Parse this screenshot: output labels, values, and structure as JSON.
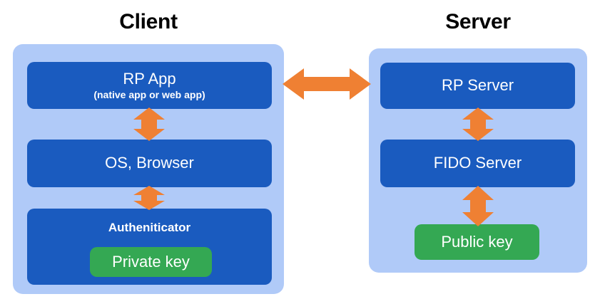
{
  "diagram": {
    "title_client": "Client",
    "title_server": "Server",
    "colors": {
      "panel_blue": "#b0caf8",
      "box_blue": "#1a5bbf",
      "key_green": "#34a853",
      "arrow_orange": "#ef8033",
      "text_white": "#ffffff",
      "title_black": "#000000",
      "background": "#ffffff"
    },
    "client": {
      "boxes": [
        {
          "title": "RP App",
          "subtitle": "(native app or web app)"
        },
        {
          "title": "OS, Browser",
          "subtitle": ""
        },
        {
          "title": "Autheniticator",
          "subtitle": ""
        }
      ],
      "key_chip": "Private key"
    },
    "server": {
      "boxes": [
        {
          "title": "RP Server",
          "subtitle": ""
        },
        {
          "title": "FIDO Server",
          "subtitle": ""
        }
      ],
      "key_chip": "Public key"
    },
    "arrows": [
      {
        "name": "client-server",
        "direction": "bidirectional-horizontal"
      },
      {
        "name": "rp-app-to-os-browser",
        "direction": "bidirectional-vertical"
      },
      {
        "name": "os-browser-to-authenticator",
        "direction": "bidirectional-vertical"
      },
      {
        "name": "rp-server-to-fido-server",
        "direction": "bidirectional-vertical"
      },
      {
        "name": "fido-server-to-public-key",
        "direction": "bidirectional-vertical"
      }
    ]
  }
}
